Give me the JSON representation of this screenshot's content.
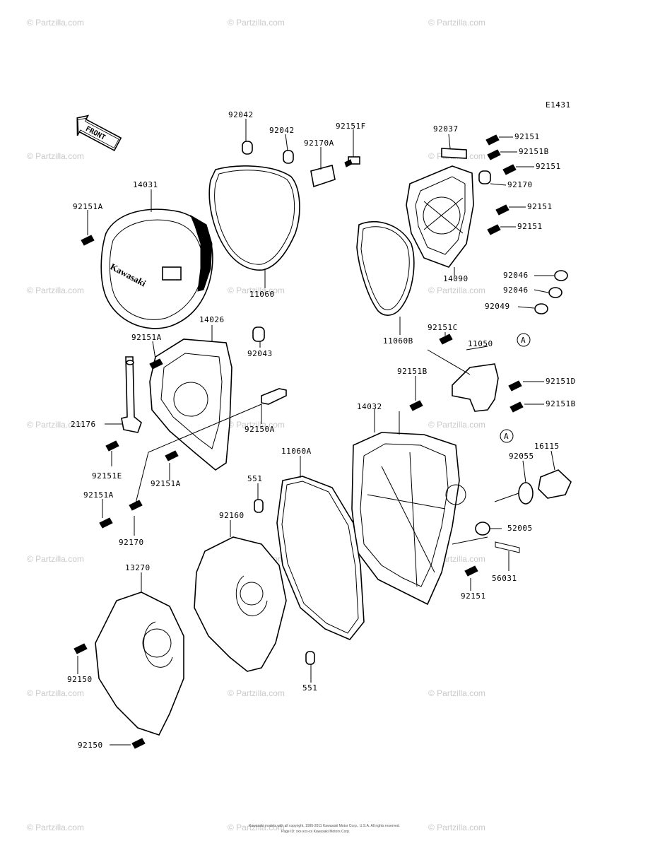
{
  "diagram": {
    "code": "E1431",
    "front_label": "FRONT",
    "brand_on_cover": "Kawasaki",
    "copyright_line1": "Kawasaki models with all copyright, 1995-2011 Kawasaki Motor Corp., U.S.A. All rights reserved.",
    "copyright_line2": "Page ID: xxx-xxx-xx Kawasaki Motors Corp.",
    "watermark": "© Partzilla.com",
    "callout_a": "A",
    "labels": {
      "p92042_a": "92042",
      "p92042_b": "92042",
      "p92151F": "92151F",
      "p92170A": "92170A",
      "p92037": "92037",
      "p92151_1": "92151",
      "p92151B_1": "92151B",
      "p92151_2": "92151",
      "p92170_top": "92170",
      "p92151_3": "92151",
      "p92151_4": "92151",
      "p14031": "14031",
      "p92151A_1": "92151A",
      "p11060": "11060",
      "p14090": "14090",
      "p92046_1": "92046",
      "p92046_2": "92046",
      "p92049": "92049",
      "p11060B": "11060B",
      "p14026": "14026",
      "p92151A_2": "92151A",
      "p92043": "92043",
      "p92151C": "92151C",
      "p11050": "11050",
      "p92151B_2": "92151B",
      "p92151D": "92151D",
      "p92151B_3": "92151B",
      "p21176": "21176",
      "p92150A": "92150A",
      "p14032": "14032",
      "p16115": "16115",
      "p92055": "92055",
      "p92151E": "92151E",
      "p92151A_3": "92151A",
      "p11060A": "11060A",
      "p551_1": "551",
      "p92151A_4": "92151A",
      "p92160": "92160",
      "p52005": "52005",
      "p92170_bot": "92170",
      "p13270": "13270",
      "p56031": "56031",
      "p92151_5": "92151",
      "p92150_1": "92150",
      "p551_2": "551",
      "p92150_2": "92150"
    }
  }
}
